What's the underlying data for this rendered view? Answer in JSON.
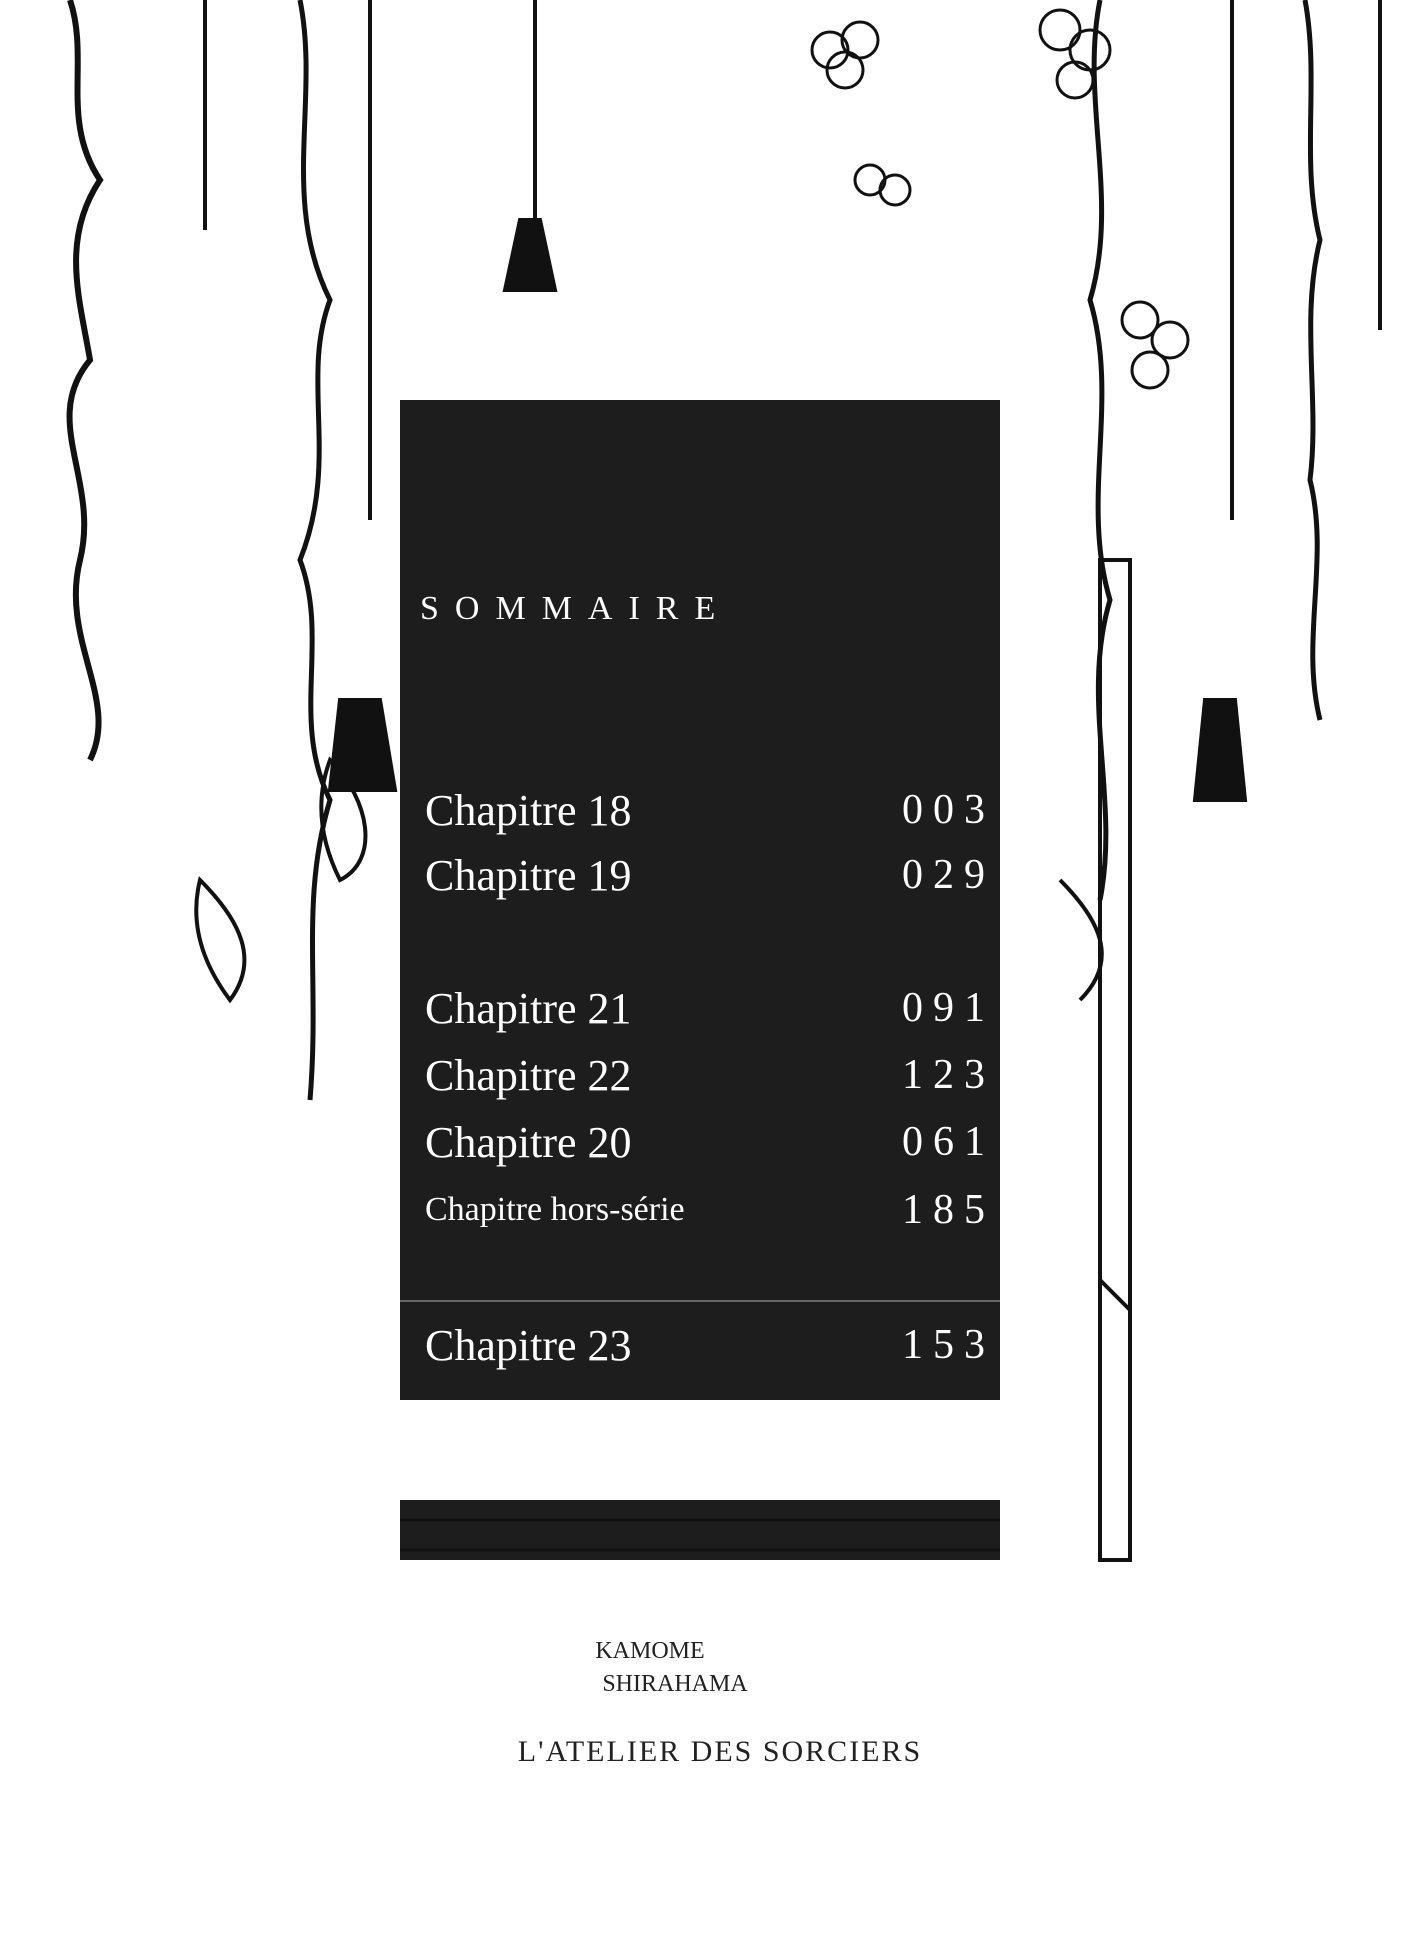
{
  "toc": {
    "title": "SOMMAIRE",
    "entries": [
      {
        "label": "Chapitre 18",
        "page": "003"
      },
      {
        "label": "Chapitre 19",
        "page": "029"
      },
      {
        "label": "Chapitre 21",
        "page": "091"
      },
      {
        "label": "Chapitre 22",
        "page": "123"
      },
      {
        "label": "Chapitre 20",
        "page": "061"
      },
      {
        "label": "Chapitre hors-série",
        "page": "185"
      },
      {
        "label": "Chapitre 23",
        "page": "153"
      }
    ]
  },
  "credits": {
    "author_1_first": "KAMOME",
    "author_1_last": "SHIRAHAMA",
    "series": "L'ATELIER DES SORCIERS"
  },
  "colors": {
    "panel": "#1d1d1d",
    "ink": "#111111",
    "paper": "#ffffff"
  }
}
